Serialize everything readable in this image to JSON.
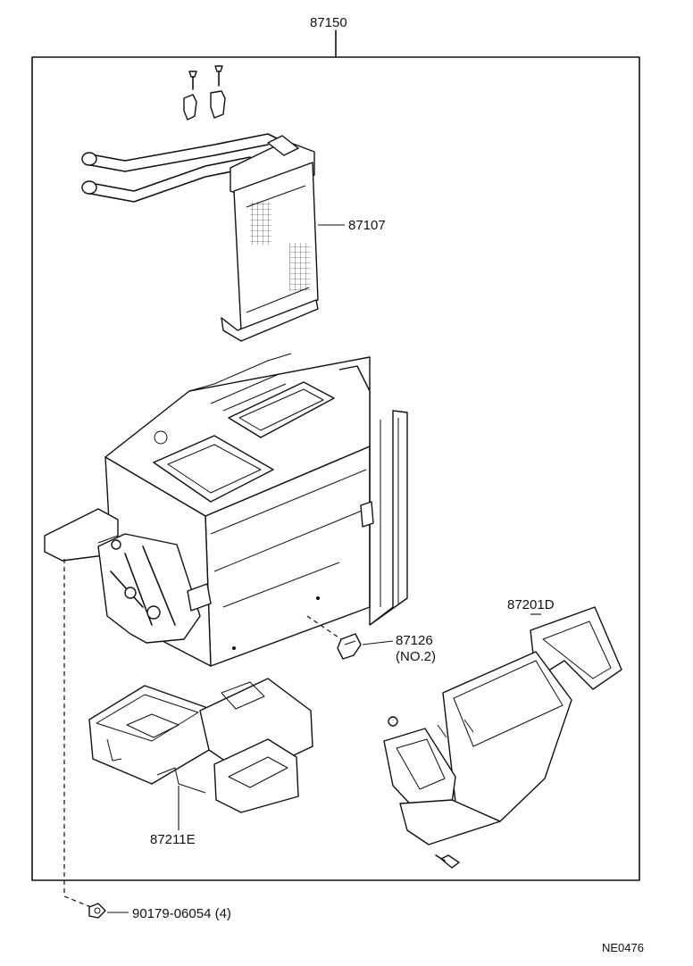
{
  "assembly_part": "87150",
  "parts": {
    "heater_core": "87107",
    "clip": "87126",
    "clip_note": "(NO.2)",
    "duct_right": "87201D",
    "duct_lower": "87211E",
    "screw": "90179-06054 (4)"
  },
  "figure_code": "NE0476"
}
